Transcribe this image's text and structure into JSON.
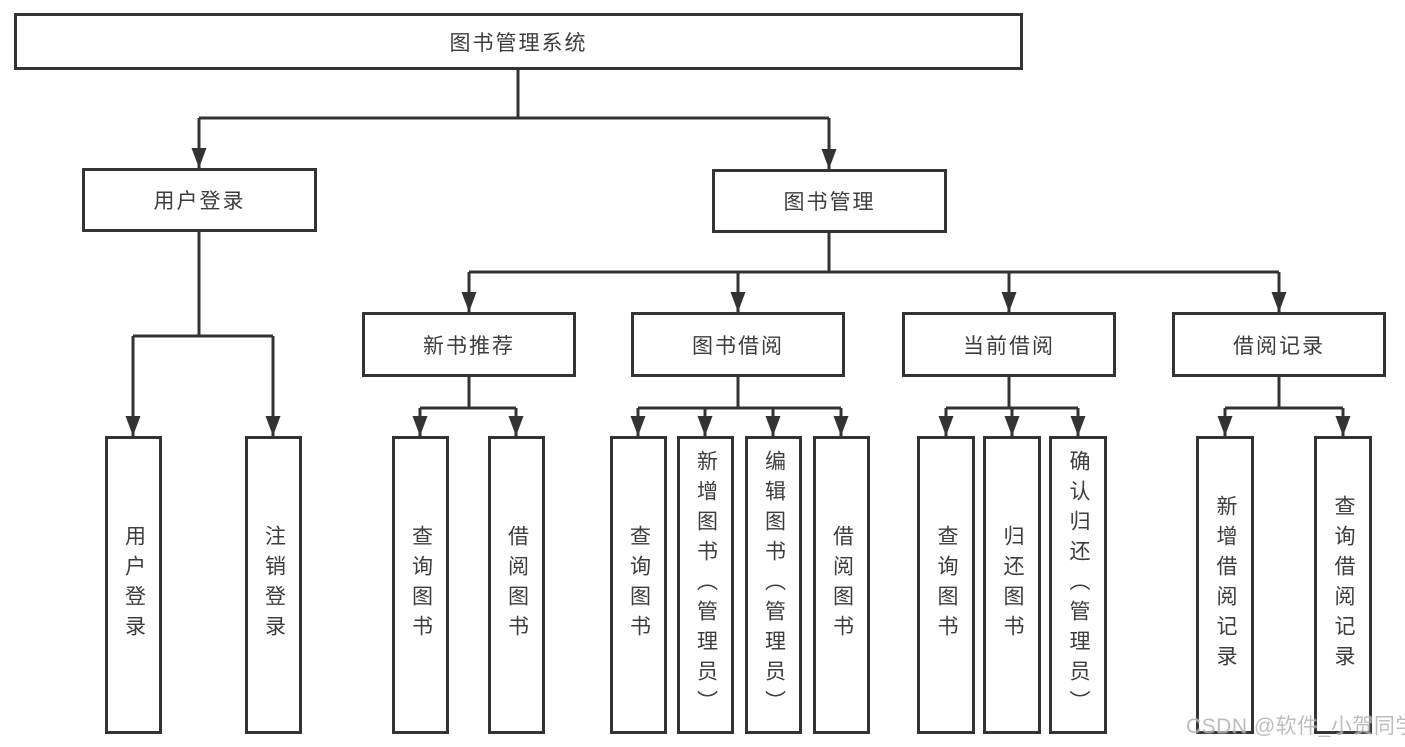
{
  "diagram_title": "图书管理系统",
  "nodes": {
    "root": {
      "label": "图书管理系统"
    },
    "user_login": {
      "label": "用户登录"
    },
    "book_mgmt": {
      "label": "图书管理"
    },
    "new_book_rec": {
      "label": "新书推荐"
    },
    "book_borrow": {
      "label": "图书借阅"
    },
    "current_borrow": {
      "label": "当前借阅"
    },
    "borrow_records": {
      "label": "借阅记录"
    },
    "leaf_user_login": {
      "label": "用户登录"
    },
    "leaf_logout": {
      "label": "注销登录"
    },
    "leaf_query_books_a": {
      "label": "查询图书"
    },
    "leaf_borrow_books_a": {
      "label": "借阅图书"
    },
    "leaf_query_books_b": {
      "label": "查询图书"
    },
    "leaf_add_books": {
      "label": "新增图书（管理员）"
    },
    "leaf_edit_books": {
      "label": "编辑图书（管理员）"
    },
    "leaf_borrow_books_b": {
      "label": "借阅图书"
    },
    "leaf_query_books_c": {
      "label": "查询图书"
    },
    "leaf_return_books": {
      "label": "归还图书"
    },
    "leaf_confirm_return": {
      "label": "确认归还（管理员）"
    },
    "leaf_add_borrow_record": {
      "label": "新增借阅记录"
    },
    "leaf_query_borrow_record": {
      "label": "查询借阅记录"
    }
  },
  "watermark": {
    "text": "CSDN @软件_小贺同学"
  },
  "colors": {
    "line": "#333333",
    "box_border": "#333333",
    "text": "#3d3d3d",
    "background": "#ffffff",
    "watermark": "#b5b5b5"
  }
}
